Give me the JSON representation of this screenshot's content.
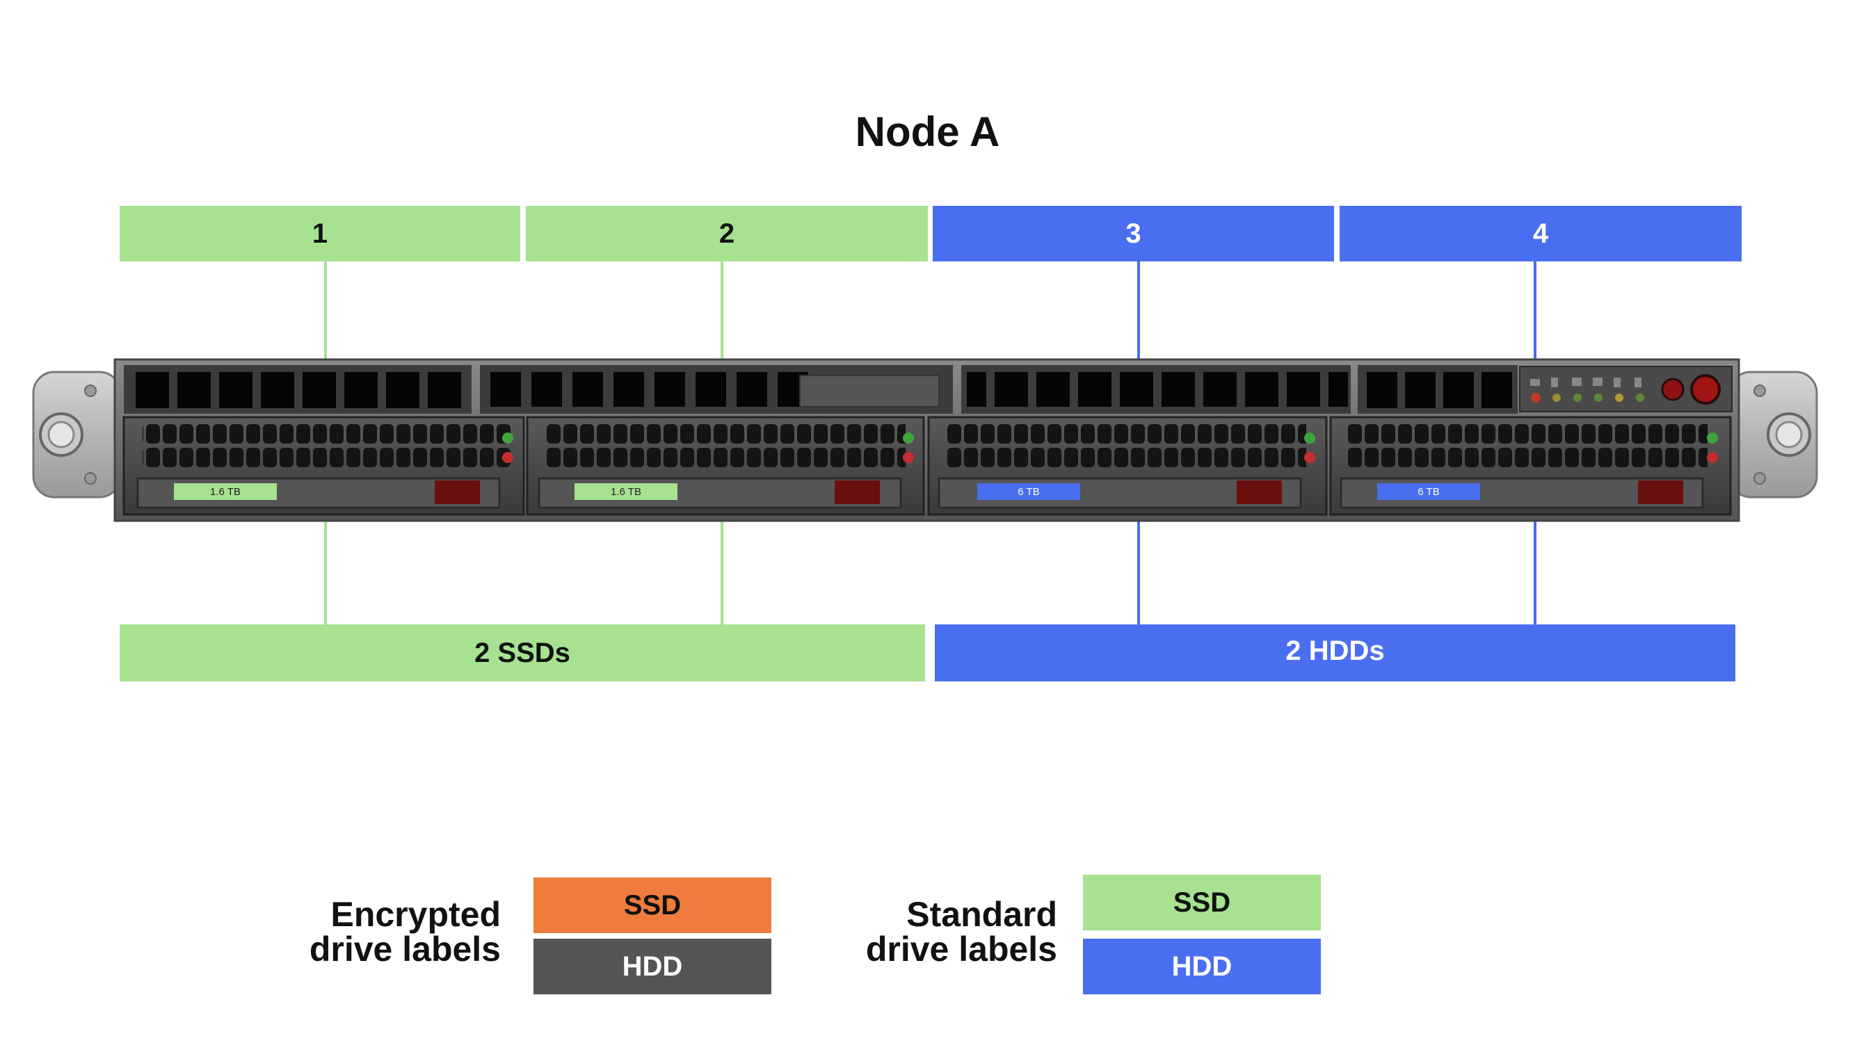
{
  "title": "Node A",
  "colors": {
    "ssd_standard": "#a6e290",
    "hdd_standard": "#4a6ef0",
    "ssd_encrypted": "#ef7b3c",
    "hdd_encrypted": "#555555"
  },
  "slots": [
    {
      "label": "1",
      "type": "SSD",
      "capacity": "1.6 TB"
    },
    {
      "label": "2",
      "type": "SSD",
      "capacity": "1.6 TB"
    },
    {
      "label": "3",
      "type": "HDD",
      "capacity": "6 TB"
    },
    {
      "label": "4",
      "type": "HDD",
      "capacity": "6 TB"
    }
  ],
  "groups": {
    "ssd": "2 SSDs",
    "hdd": "2 HDDs"
  },
  "legend": {
    "encrypted": {
      "line1": "Encrypted",
      "line2": "drive labels",
      "ssd": "SSD",
      "hdd": "HDD"
    },
    "standard": {
      "line1": "Standard",
      "line2": "drive labels",
      "ssd": "SSD",
      "hdd": "HDD"
    }
  }
}
